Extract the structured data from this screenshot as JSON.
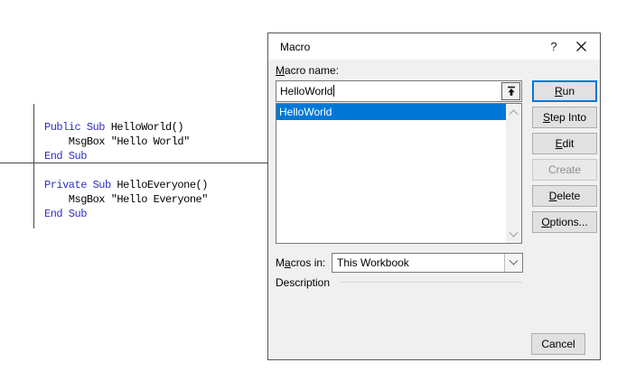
{
  "colors": {
    "accent": "#0078D7",
    "keyword_blue": "#2E2EC9",
    "dialog_bg": "#F0F0F0",
    "selection_bg": "#0078D7",
    "selection_text": "#FFFFFF"
  },
  "code_editor": {
    "lines": [
      {
        "segments": [
          {
            "text": "Public Sub ",
            "type": "keyword"
          },
          {
            "text": "HelloWorld()",
            "type": "plain"
          }
        ]
      },
      {
        "segments": [
          {
            "text": "    MsgBox \"Hello World\"",
            "type": "plain"
          }
        ]
      },
      {
        "segments": [
          {
            "text": "End Sub",
            "type": "keyword"
          }
        ]
      },
      {
        "segments": [
          {
            "text": "Private Sub ",
            "type": "keyword"
          },
          {
            "text": "HelloEveryone()",
            "type": "plain"
          }
        ]
      },
      {
        "segments": [
          {
            "text": "    MsgBox \"Hello Everyone\"",
            "type": "plain"
          }
        ]
      },
      {
        "segments": [
          {
            "text": "End Sub",
            "type": "keyword"
          }
        ]
      }
    ]
  },
  "dialog": {
    "title": "Macro",
    "titlebar": {
      "help_icon": "?",
      "close_icon": "close-x"
    },
    "macro_name": {
      "label": {
        "pre": "",
        "m": "M",
        "rest": "acro name:"
      },
      "value": "HelloWorld",
      "field_icon": "arrow-up-to-bar"
    },
    "macro_list": {
      "items": [
        "HelloWorld"
      ],
      "selected": "HelloWorld",
      "scrollbar_icons": {
        "up": "chevron-up",
        "down": "chevron-down"
      }
    },
    "buttons": {
      "run": {
        "pre": "",
        "m": "R",
        "rest": "un"
      },
      "step_into": {
        "pre": "",
        "m": "S",
        "rest": "tep Into"
      },
      "edit": {
        "pre": "",
        "m": "E",
        "rest": "dit"
      },
      "create": {
        "label": "Create",
        "disabled": true
      },
      "delete": {
        "pre": "",
        "m": "D",
        "rest": "elete"
      },
      "options": {
        "pre": "",
        "m": "O",
        "rest": "ptions..."
      },
      "cancel": {
        "label": "Cancel"
      }
    },
    "macros_in": {
      "label": {
        "pre": "M",
        "m": "a",
        "rest": "cros in:"
      },
      "value": "This Workbook",
      "icon": "chevron-down"
    },
    "description": {
      "label": "Description"
    }
  }
}
